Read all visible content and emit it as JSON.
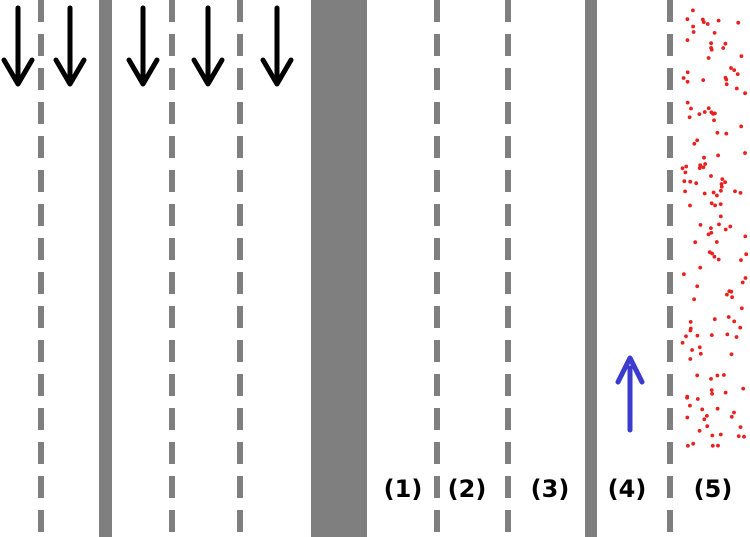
{
  "colors": {
    "background": "#ffffff",
    "lane_line": "#7f7f7f",
    "median": "#7f7f7f",
    "arrow_left": "#000000",
    "arrow_right": "#3b3bcf",
    "dots": "#e8201f"
  },
  "arrows_left": {
    "direction": "down",
    "count": 5,
    "icon": "down-arrow-icon"
  },
  "arrow_right": {
    "direction": "up",
    "lane": "(4)",
    "icon": "up-arrow-icon"
  },
  "dotted_zone": {
    "lane": "(5)",
    "pattern": "scattered red dots"
  },
  "lane_labels": [
    "(1)",
    "(2)",
    "(3)",
    "(4)",
    "(5)"
  ]
}
